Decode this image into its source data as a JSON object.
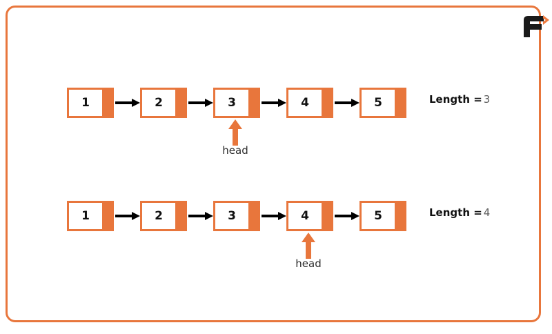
{
  "page": {
    "title": "Linked List head pointer and Length",
    "frame_color": "#E8763C",
    "background": "#FFFFFF"
  },
  "logo": {
    "name": "f-arrow-logo",
    "letter": "F",
    "letter_color": "#1A1A1A",
    "accent_color": "#F07B3F"
  },
  "diagram": {
    "node_fill": "#FFFFFF",
    "node_border": "#E8763C",
    "node_pointer_color": "#E8763C",
    "link_arrow_color": "#000000",
    "head_arrow_color": "#E8763C",
    "rows": [
      {
        "id": "row-0",
        "nodes": [
          {
            "value": "1"
          },
          {
            "value": "2"
          },
          {
            "value": "3"
          },
          {
            "value": "4"
          },
          {
            "value": "5"
          }
        ],
        "head": {
          "label": "head",
          "target_index": 2,
          "target_value": "3"
        },
        "length": {
          "label": "Length =",
          "value": "3"
        }
      },
      {
        "id": "row-1",
        "nodes": [
          {
            "value": "1"
          },
          {
            "value": "2"
          },
          {
            "value": "3"
          },
          {
            "value": "4"
          },
          {
            "value": "5"
          }
        ],
        "head": {
          "label": "head",
          "target_index": 3,
          "target_value": "4"
        },
        "length": {
          "label": "Length =",
          "value": "4"
        }
      }
    ]
  }
}
